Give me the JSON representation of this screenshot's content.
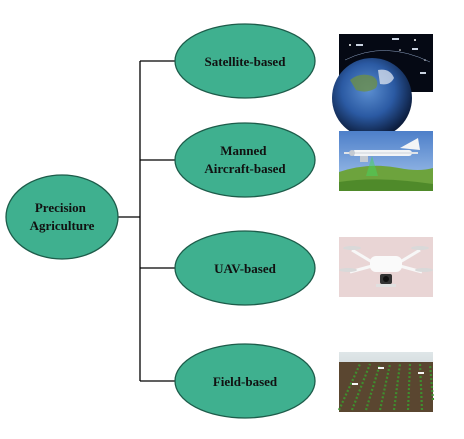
{
  "root": {
    "lines": [
      "Precision",
      "Agriculture"
    ]
  },
  "branches": [
    {
      "lines": [
        "Satellite-based"
      ],
      "image": "satellite-earth-image"
    },
    {
      "lines": [
        "Manned",
        "Aircraft-based"
      ],
      "image": "manned-aircraft-image"
    },
    {
      "lines": [
        "UAV-based"
      ],
      "image": "uav-drone-image"
    },
    {
      "lines": [
        "Field-based"
      ],
      "image": "crop-field-image"
    }
  ],
  "colors": {
    "ellipse_fill": "#3fb08f",
    "ellipse_stroke": "#1d5c4a",
    "connector": "#000000"
  }
}
